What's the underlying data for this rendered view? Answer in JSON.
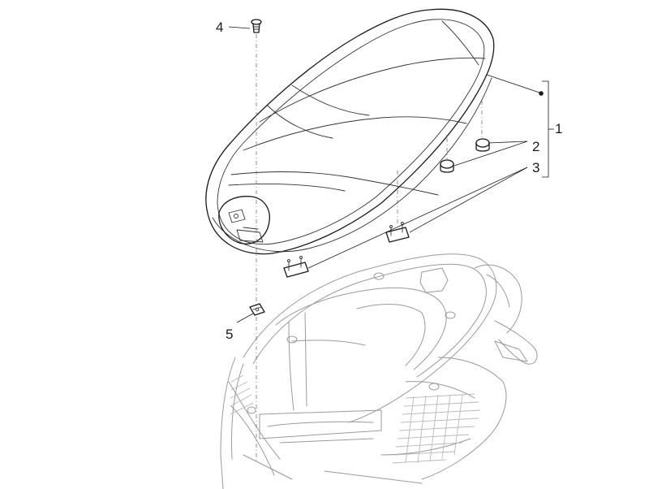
{
  "callouts": [
    {
      "id": "c1",
      "label": "1"
    },
    {
      "id": "c2",
      "label": "2"
    },
    {
      "id": "c3",
      "label": "3"
    },
    {
      "id": "c4",
      "label": "4"
    },
    {
      "id": "c5",
      "label": "5"
    }
  ],
  "colors": {
    "line": "#1a1a1a",
    "faint_line": "#9a9a9a",
    "background": "#ffffff"
  }
}
